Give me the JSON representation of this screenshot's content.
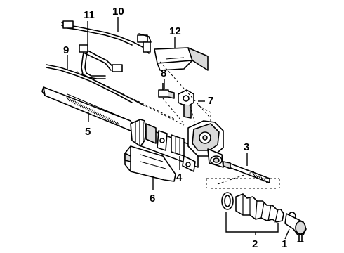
{
  "diagram": {
    "callouts": [
      {
        "id": "1",
        "text": "1"
      },
      {
        "id": "2",
        "text": "2"
      },
      {
        "id": "3",
        "text": "3"
      },
      {
        "id": "4",
        "text": "4"
      },
      {
        "id": "5",
        "text": "5"
      },
      {
        "id": "6",
        "text": "6"
      },
      {
        "id": "7",
        "text": "7"
      },
      {
        "id": "8",
        "text": "8"
      },
      {
        "id": "9",
        "text": "9"
      },
      {
        "id": "10",
        "text": "10"
      },
      {
        "id": "11",
        "text": "11"
      },
      {
        "id": "12",
        "text": "12"
      }
    ],
    "colors": {
      "line": "#000000",
      "background": "#ffffff",
      "fill_light": "#ffffff",
      "fill_shade": "#d9d9d9"
    }
  }
}
